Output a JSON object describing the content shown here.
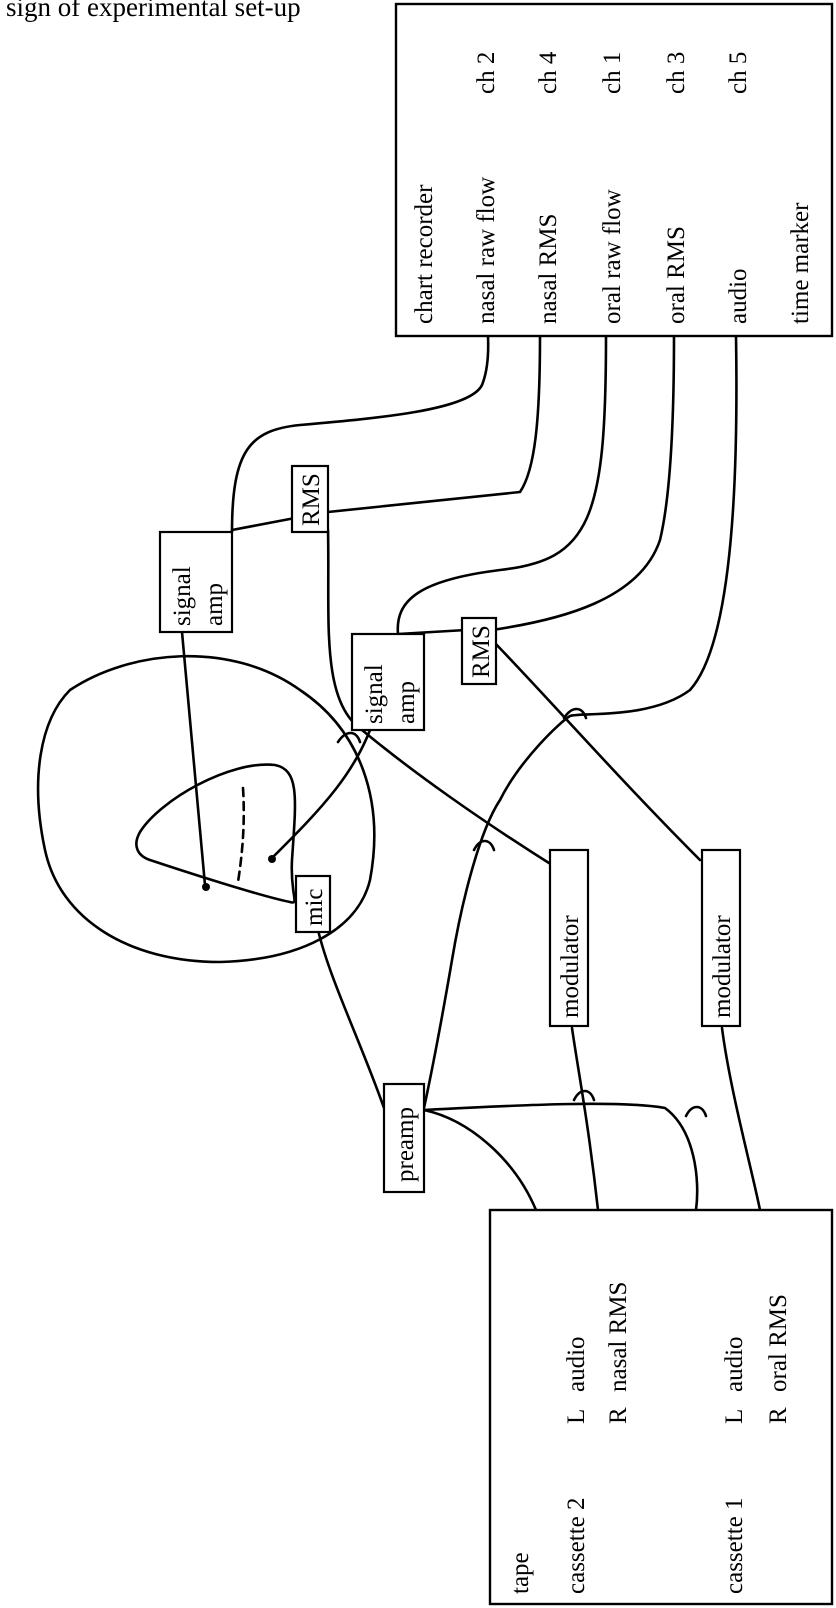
{
  "caption": "sign of experimental set-up",
  "chart_recorder": {
    "title": "chart recorder",
    "rows": [
      {
        "signal": "nasal raw flow",
        "channel": "ch 2"
      },
      {
        "signal": "nasal RMS",
        "channel": "ch 4"
      },
      {
        "signal": "oral raw flow",
        "channel": "ch 1"
      },
      {
        "signal": "oral RMS",
        "channel": "ch 3"
      },
      {
        "signal": "audio",
        "channel": "ch 5"
      },
      {
        "signal": "time marker",
        "channel": ""
      }
    ]
  },
  "components": {
    "signal_amp_top": [
      "signal",
      "amp"
    ],
    "signal_amp_mid": [
      "signal",
      "amp"
    ],
    "rms_top": "RMS",
    "rms_mid": "RMS",
    "modulator_1": "modulator",
    "modulator_2": "modulator",
    "mic": "mic",
    "preamp": "preamp"
  },
  "tape": {
    "title": "tape",
    "cassettes": [
      {
        "name": "cassette 2",
        "tracks": [
          {
            "side": "L",
            "signal": "audio"
          },
          {
            "side": "R",
            "signal": "nasal RMS"
          }
        ]
      },
      {
        "name": "cassette 1",
        "tracks": [
          {
            "side": "L",
            "signal": "audio"
          },
          {
            "side": "R",
            "signal": "oral RMS"
          }
        ]
      }
    ]
  }
}
